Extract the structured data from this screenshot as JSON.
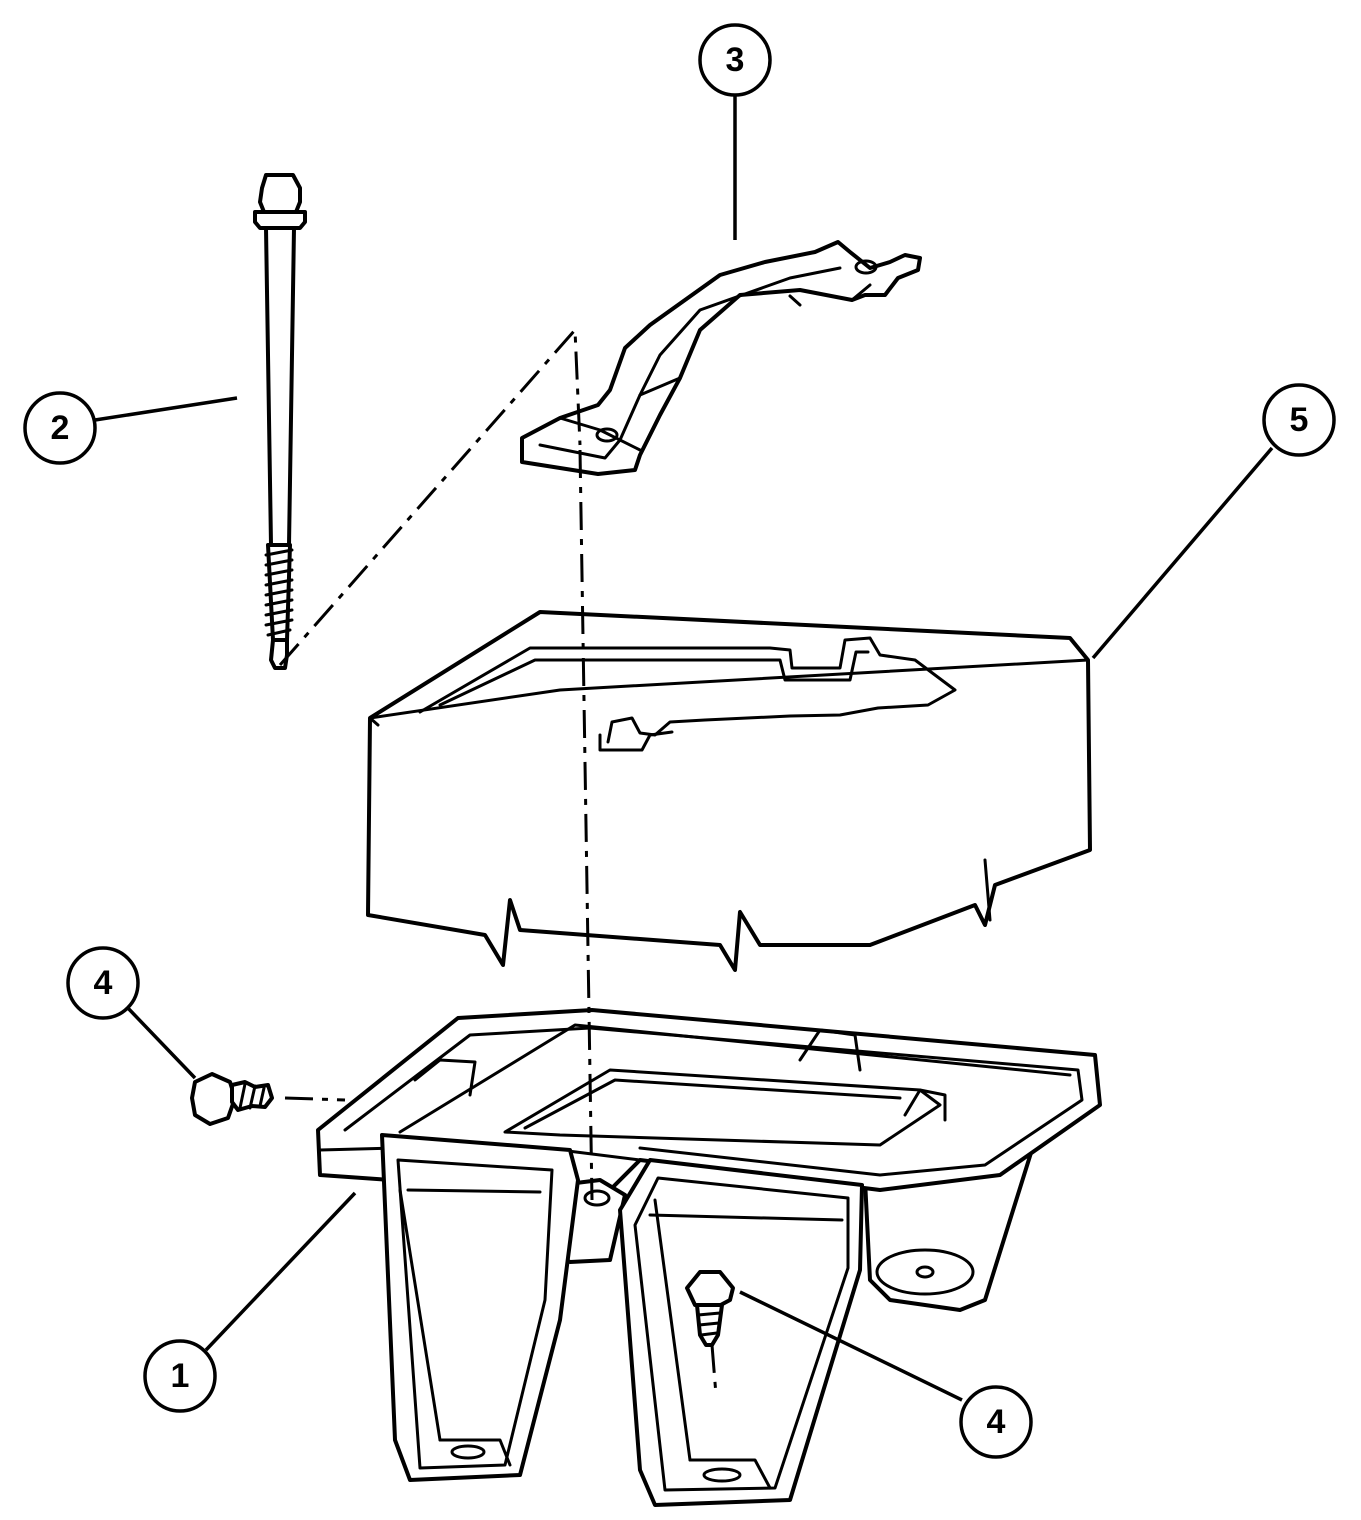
{
  "callouts": [
    {
      "label": "1",
      "part": "battery-tray"
    },
    {
      "label": "2",
      "part": "hold-down-bolt"
    },
    {
      "label": "3",
      "part": "hold-down-clamp"
    },
    {
      "label": "4",
      "part": "tray-screw-side"
    },
    {
      "label": "4",
      "part": "tray-screw-front"
    },
    {
      "label": "5",
      "part": "battery"
    }
  ],
  "colors": {
    "line": "#000000",
    "background": "#ffffff"
  }
}
